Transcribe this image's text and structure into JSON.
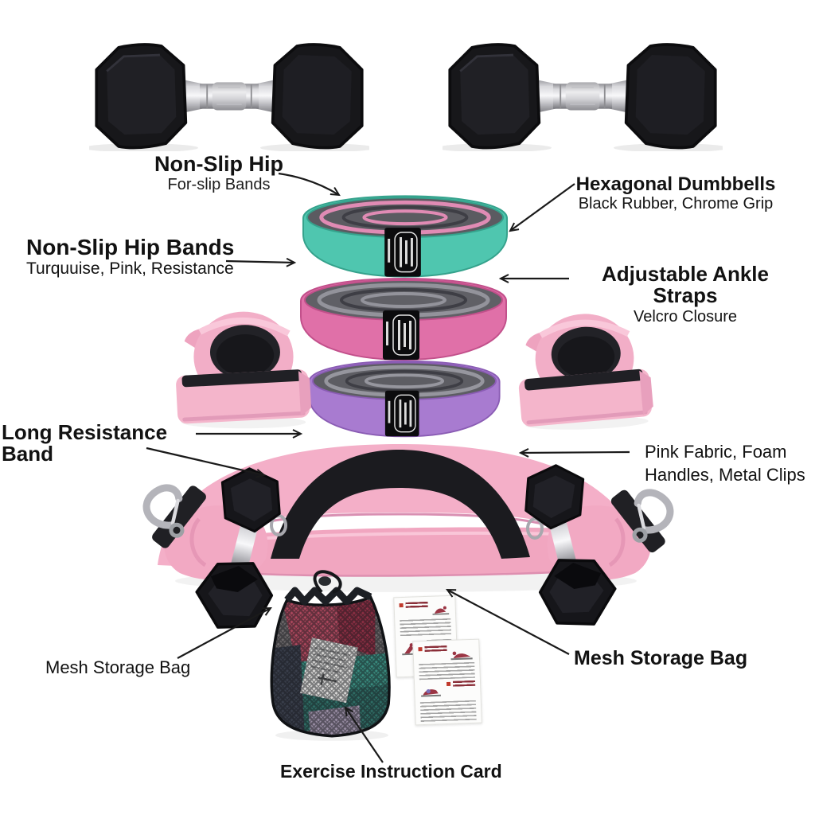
{
  "page": {
    "background": "#ffffff"
  },
  "colors": {
    "turquoise_band": "#4fc6af",
    "pink_band": "#e070a8",
    "purple_band": "#a87bd0",
    "strap_pink": "#f4b5cb",
    "long_band_pink": "#f4afc8",
    "dumbbell_black": "#17171a",
    "chrome": "#d9d9dd",
    "mesh_dark": "#1a1d21",
    "arrow": "#1a1a1a"
  },
  "callouts": {
    "hip_bands_top": {
      "title": "Non-Slip Hip",
      "subtitle": "For-slip Bands"
    },
    "hexagonal_dumbbells": {
      "title": "Hexagonal Dumbbells",
      "subtitle": "Black Rubber, Chrome Grip"
    },
    "hip_bands_left": {
      "title": "Non-Slip Hip Bands",
      "subtitle": "Turquuise, Pink, Resistance"
    },
    "ankle_straps": {
      "title": "Adjustable Ankle Straps",
      "subtitle": "Velcro Closure"
    },
    "long_band": {
      "title": "Long Resistance Band"
    },
    "long_band_details": {
      "line1": "Pink Fabric, Foam",
      "line2": "Handles, Metal Clips"
    },
    "mesh_bag_left": {
      "title": "Mesh Storage Bag"
    },
    "mesh_bag_right": {
      "title": "Mesh Storage Bag"
    },
    "instruction_card": {
      "title": "Exercise Instruction Card"
    }
  },
  "products": {
    "dumbbells": {
      "count": 2,
      "style": "hexagonal, black rubber heads, chrome knurled grip"
    },
    "hip_bands": [
      {
        "color_name": "turquoise",
        "hex": "#4fc6af"
      },
      {
        "color_name": "pink",
        "hex": "#e070a8"
      },
      {
        "color_name": "purple",
        "hex": "#a87bd0"
      }
    ],
    "ankle_straps": {
      "count": 2,
      "color_name": "pink",
      "closure": "velcro"
    },
    "long_resistance_band": {
      "color_name": "pink",
      "pad": "black foam",
      "clips": "metal carabiners",
      "weights": 2
    },
    "mesh_storage_bag": {
      "color_name": "black mesh",
      "drawstring": true
    },
    "instruction_cards": {
      "count": 2
    }
  }
}
